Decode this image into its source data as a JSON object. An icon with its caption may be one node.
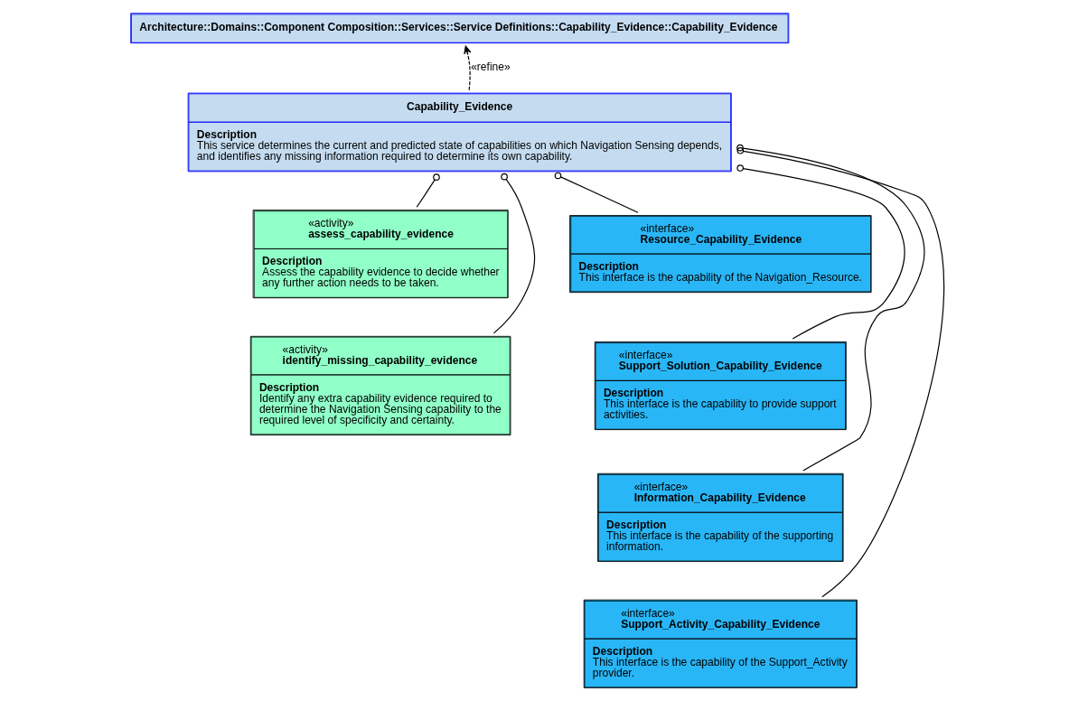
{
  "diagram": {
    "nodes": [
      {
        "text": [
          "Architecture::Domains::Component Composition::Services::Service Definitions::Capability_Evidence::Capability_Evidence"
        ]
      },
      {
        "text": [
          "Capability_Evidence",
          "Description",
          "This service determines the current and predicted state of capabilities on which Navigation Sensing depends, and identifies any missing information required to determine its own capability."
        ]
      },
      {
        "text": [
          "«activity»",
          "assess_capability_evidence",
          "Description",
          "Assess the capability evidence to decide whether any further action needs to be taken."
        ]
      },
      {
        "text": [
          "«activity»",
          "identify_missing_capability_evidence",
          "Description",
          "Identify any extra capability evidence required to determine the Navigation Sensing capability to the required level of specificity and certainty."
        ]
      },
      {
        "text": [
          "«interface»",
          "Resource_Capability_Evidence",
          "Description",
          "This interface is the capability of the Navigation_Resource."
        ]
      },
      {
        "text": [
          "«interface»",
          "Support_Solution_Capability_Evidence",
          "Description",
          "This interface is the capability to provide support activities."
        ]
      },
      {
        "text": [
          "«interface»",
          "Information_Capability_Evidence",
          "Description",
          "This interface is the capability of the supporting information."
        ]
      },
      {
        "text": [
          "«interface»",
          "Support_Activity_Capability_Evidence",
          "Description",
          "This interface is the capability of the Support_Activity provider."
        ]
      }
    ],
    "edges": [
      {
        "from": 1,
        "to": 0,
        "arrow": "to",
        "label": "«refine»",
        "style": "dashed"
      },
      {
        "from": 1,
        "to": 2,
        "arrow": "other"
      },
      {
        "from": 1,
        "to": 3,
        "arrow": "other"
      },
      {
        "from": 1,
        "to": 4,
        "arrow": "other"
      },
      {
        "from": 1,
        "to": 5,
        "arrow": "other"
      },
      {
        "from": 1,
        "to": 6,
        "arrow": "other"
      },
      {
        "from": 1,
        "to": 7,
        "arrow": "other"
      }
    ]
  }
}
